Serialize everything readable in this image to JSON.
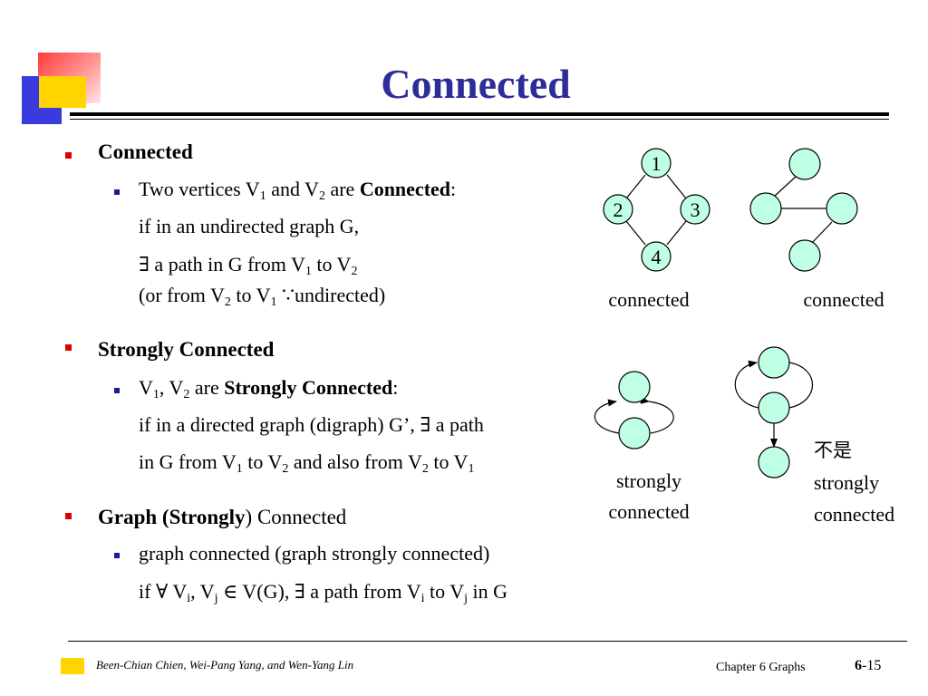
{
  "title": "Connected",
  "sections": [
    {
      "heading": "Connected",
      "sub_intro": "Two vertices V",
      "sub_and": " and V",
      "sub_are": " are ",
      "sub_bold": "Connected",
      "sub_colon": ":",
      "line2": "if in an undirected graph G,",
      "line3_pre": "∃ a path in G from V",
      "line3_to": " to V",
      "line4_pre": "(or from V",
      "line4_to": " to V",
      "line4_post": " ∵undirected)"
    },
    {
      "heading": "Strongly Connected",
      "sub_v": "V",
      "sub_comma": ", V",
      "sub_are": " are ",
      "sub_bold": "Strongly Connected",
      "sub_colon": ":",
      "line2": "if in a directed graph (digraph) G’, ∃ a path",
      "line3_pre": "in G from V",
      "line3_to": " to V",
      "line3_also": " and also from V",
      "line3_to2": " to V"
    },
    {
      "heading_a": "Graph (Strongly",
      "heading_b": ") Connected",
      "sub_line": "graph connected (graph strongly connected)",
      "line2_pre": "if ∀ V",
      "line2_comma": ", V",
      "line2_in": " ∈ V(G), ∃ a path from V",
      "line2_to": " to V",
      "line2_post": " in G"
    }
  ],
  "subscripts": {
    "one": "1",
    "two": "2",
    "i": "i",
    "j": "j"
  },
  "graph1": {
    "labels": [
      "1",
      "2",
      "3",
      "4"
    ],
    "caption": "connected"
  },
  "graph2": {
    "caption": "connected"
  },
  "graph3": {
    "caption_line1": "strongly",
    "caption_line2": "connected"
  },
  "graph4": {
    "caption_line0": "不是",
    "caption_line1": "strongly",
    "caption_line2": "connected"
  },
  "footer": {
    "authors": "Been-Chian Chien, Wei-Pang Yang, and Wen-Yang Lin",
    "chapter": "Chapter 6 Graphs",
    "page_bold": "6",
    "page_rest": "-15"
  },
  "colors": {
    "title": "#2d2d9a",
    "node_fill": "#bfffe3",
    "bullet_l1": "#e00000",
    "bullet_l2": "#1a1aa0",
    "accent_yellow": "#ffd400"
  }
}
